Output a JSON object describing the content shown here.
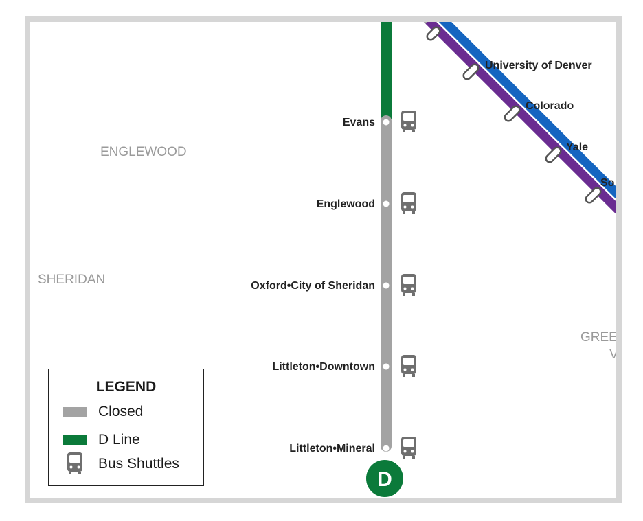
{
  "map": {
    "areas": [
      {
        "name": "ENGLEWOOD"
      },
      {
        "name": "SHERIDAN"
      },
      {
        "name": "GREEN"
      },
      {
        "name": "V"
      }
    ],
    "southwest_corridor": {
      "stations": [
        {
          "name": "Evans"
        },
        {
          "name": "Englewood"
        },
        {
          "name": "Oxford•City of Sheridan"
        },
        {
          "name": "Littleton•Downtown"
        },
        {
          "name": "Littleton•Mineral"
        }
      ],
      "line_badge": "D",
      "open_color": "#0b7a3a",
      "closed_color": "#a3a3a3"
    },
    "southeast_corridor": {
      "stations": [
        {
          "name": "University of Denver"
        },
        {
          "name": "Colorado"
        },
        {
          "name": "Yale"
        },
        {
          "name": "So"
        }
      ],
      "blue_color": "#1565c0",
      "purple_color": "#6a2c91"
    }
  },
  "legend": {
    "title": "LEGEND",
    "items": [
      {
        "label": "Closed",
        "color": "#a3a3a3",
        "icon": "swatch"
      },
      {
        "label": "D Line",
        "color": "#0b7a3a",
        "icon": "swatch"
      },
      {
        "label": "Bus Shuttles",
        "icon": "bus-icon"
      }
    ]
  }
}
